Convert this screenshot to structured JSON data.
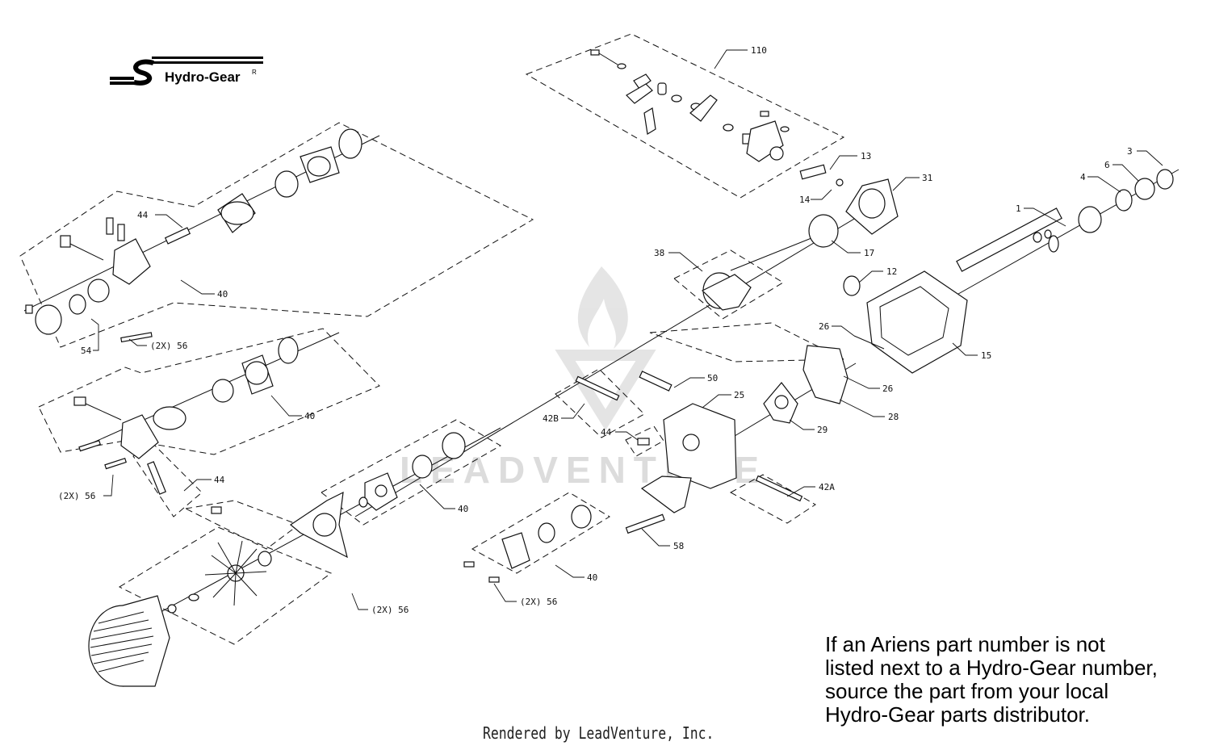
{
  "brand": {
    "name": "Hydro-Gear",
    "registered_mark": "R"
  },
  "watermark": {
    "text": "LEADVENTURE"
  },
  "note": "If an Ariens part number is not\nlisted next to a Hydro-Gear number,\nsource the part from your local\nHydro-Gear parts distributor.",
  "credit": "Rendered by LeadVenture, Inc.",
  "callouts": {
    "c110": "110",
    "c13": "13",
    "c14": "14",
    "c31": "31",
    "c3": "3",
    "c6": "6",
    "c4": "4",
    "c1": "1",
    "c17": "17",
    "c38": "38",
    "c12": "12",
    "c26a": "26",
    "c15": "15",
    "c26b": "26",
    "c50": "50",
    "c25": "25",
    "c28": "28",
    "c42b": "42B",
    "c29": "29",
    "c44c": "44",
    "c42a": "42A",
    "c58": "58",
    "c44a": "44",
    "c40a": "40",
    "c54": "54",
    "c56a": "(2X) 56",
    "c40b": "40",
    "c44b": "44",
    "c56b": "(2X) 56",
    "c40c": "40",
    "c40d": "40",
    "c56c": "(2X) 56",
    "c56d": "(2X) 56"
  }
}
